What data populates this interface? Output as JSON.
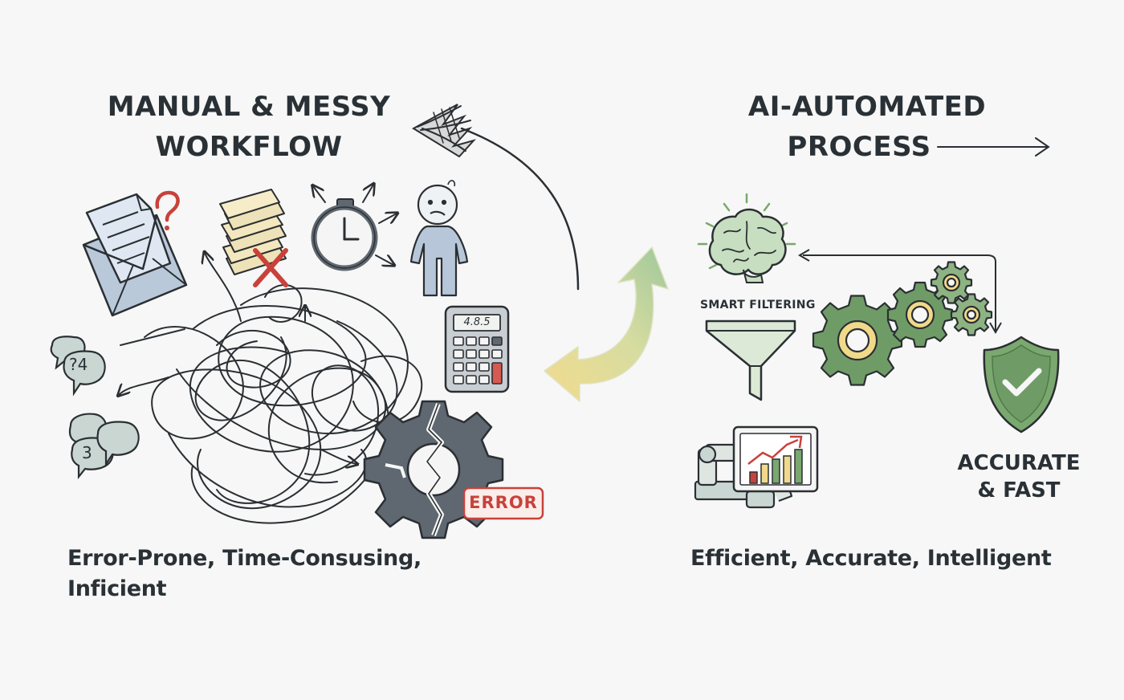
{
  "left": {
    "title_line1": "MANUAL & MESSY",
    "title_line2": "WORKFLOW",
    "calculator_display": "4.8.5",
    "bubble_top_text": "?4",
    "bubble_bottom_text": "3",
    "error_badge": "ERROR",
    "caption_line1": "Error-Prone, Time-Consusing,",
    "caption_line2": "Inficient"
  },
  "right": {
    "title_line1": "AI-AUTOMATED",
    "title_line2": "PROCESS",
    "filter_label": "SMART FILTERING",
    "result_line1": "ACCURATE",
    "result_line2": "& FAST",
    "caption": "Efficient, Accurate, Intelligent"
  },
  "colors": {
    "text": "#2a3136",
    "ink": "#2b2f33",
    "green": "#6f9c66",
    "green_light": "#a9c9a0",
    "yellow": "#f1d98a",
    "slate_blue": "#b7c7d9",
    "error_red": "#c8423b",
    "gear_gray": "#5f6770"
  },
  "icons": [
    "envelope-document-icon",
    "question-mark-icon",
    "paper-stack-icon",
    "red-x-icon",
    "stopwatch-icon",
    "confused-person-icon",
    "calculator-icon",
    "speech-bubbles-icon",
    "broken-gear-icon",
    "tangled-lines-icon",
    "brain-icon",
    "funnel-icon",
    "gears-icon",
    "shield-check-icon",
    "robot-arm-icon",
    "growth-chart-icon",
    "cycle-arrow-icon",
    "right-arrow-icon"
  ]
}
